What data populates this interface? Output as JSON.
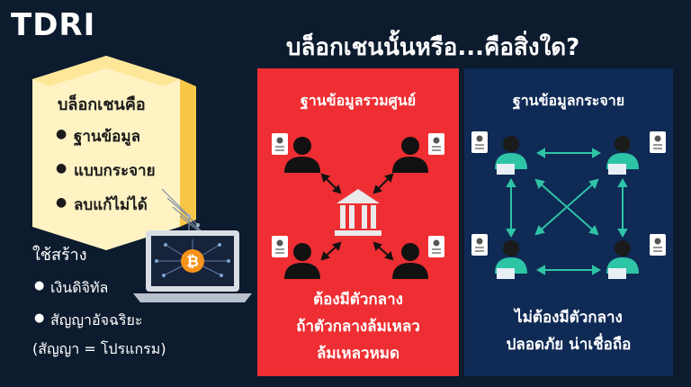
{
  "brand": {
    "logo": "TDRI"
  },
  "headline": "บล็อกเชนนั้นหรือ...คือสิ่งใด?",
  "definition": {
    "title": "บล็อกเชนคือ",
    "items": [
      "ฐานข้อมูล",
      "แบบกระจาย",
      "ลบแก้ไม่ได้"
    ]
  },
  "uses": {
    "title": "ใช้สร้าง",
    "items": [
      "เงินดิจิทัล",
      "สัญญาอัจฉริยะ"
    ],
    "note": "(สัญญา = โปรแกรม)"
  },
  "centralized": {
    "title": "ฐานข้อมูลรวมศูนย์",
    "lines": [
      "ต้องมีตัวกลาง",
      "ถ้าตัวกลางล้มเหลว",
      "ล้มเหลวหมด"
    ]
  },
  "distributed": {
    "title": "ฐานข้อมูลกระจาย",
    "lines": [
      "ไม่ต้องมีตัวกลาง",
      "ปลอดภัย น่าเชื่อถือ"
    ]
  },
  "colors": {
    "background": "#0d1b2e",
    "cube_front": "#fff3c4",
    "cube_side": "#f9c748",
    "red_panel": "#ee2e32",
    "blue_panel": "#0f2a55",
    "person_teal": "#2ec4a6",
    "bitcoin": "#f7931a"
  },
  "icons": [
    "bank-icon",
    "person-icon",
    "id-card-icon",
    "laptop-icon",
    "bitcoin-icon",
    "arrow-icon"
  ]
}
